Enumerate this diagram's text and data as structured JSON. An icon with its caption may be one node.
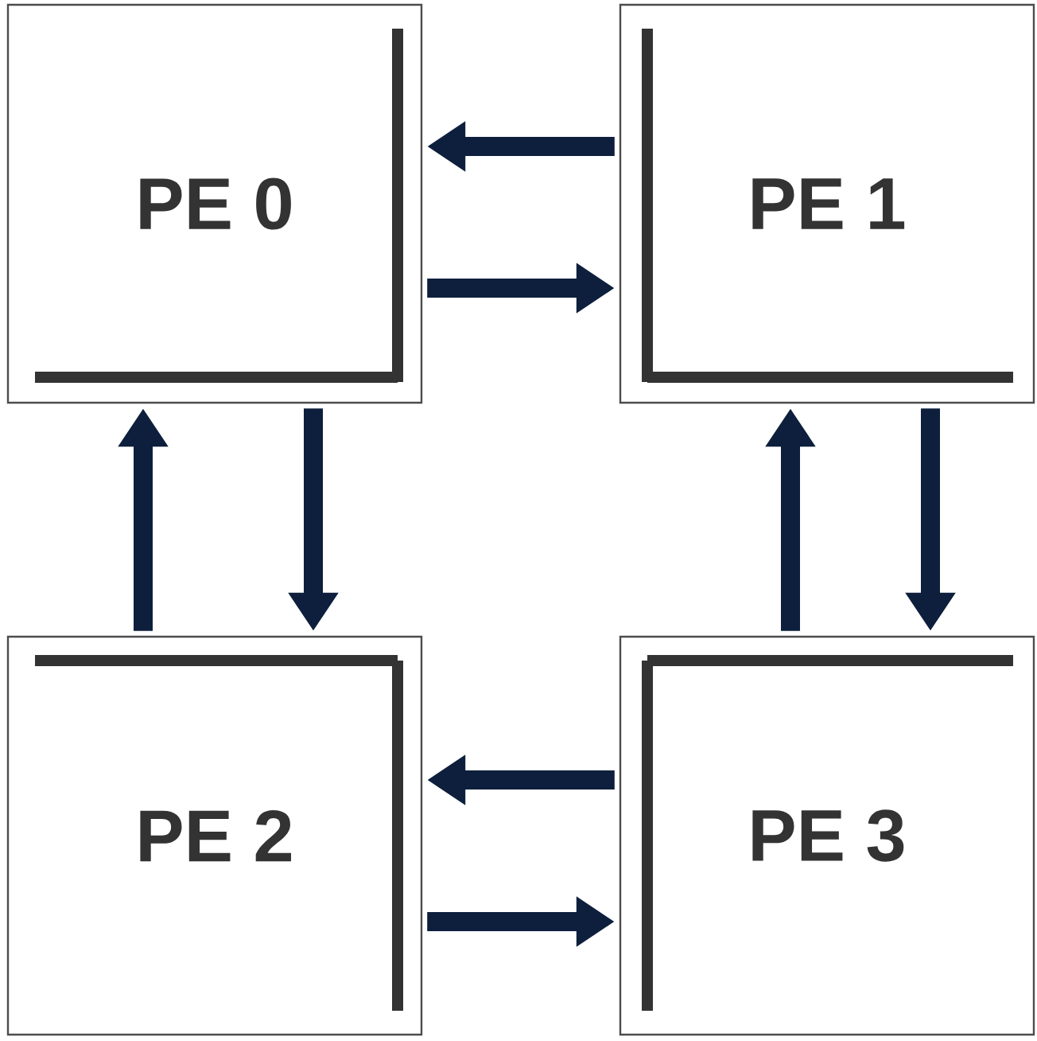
{
  "diagram": {
    "nodes": [
      {
        "text": [
          "PE 0"
        ]
      },
      {
        "text": [
          "PE 1"
        ]
      },
      {
        "text": [
          "PE 2"
        ]
      },
      {
        "text": [
          "PE 3"
        ]
      }
    ],
    "edges": [
      {
        "from": 1,
        "to": 0,
        "arrow": "to"
      },
      {
        "from": 0,
        "to": 1,
        "arrow": "to"
      },
      {
        "from": 2,
        "to": 0,
        "arrow": "to"
      },
      {
        "from": 0,
        "to": 2,
        "arrow": "to"
      },
      {
        "from": 3,
        "to": 1,
        "arrow": "to"
      },
      {
        "from": 1,
        "to": 3,
        "arrow": "to"
      },
      {
        "from": 3,
        "to": 2,
        "arrow": "to"
      },
      {
        "from": 2,
        "to": 3,
        "arrow": "to"
      }
    ]
  }
}
